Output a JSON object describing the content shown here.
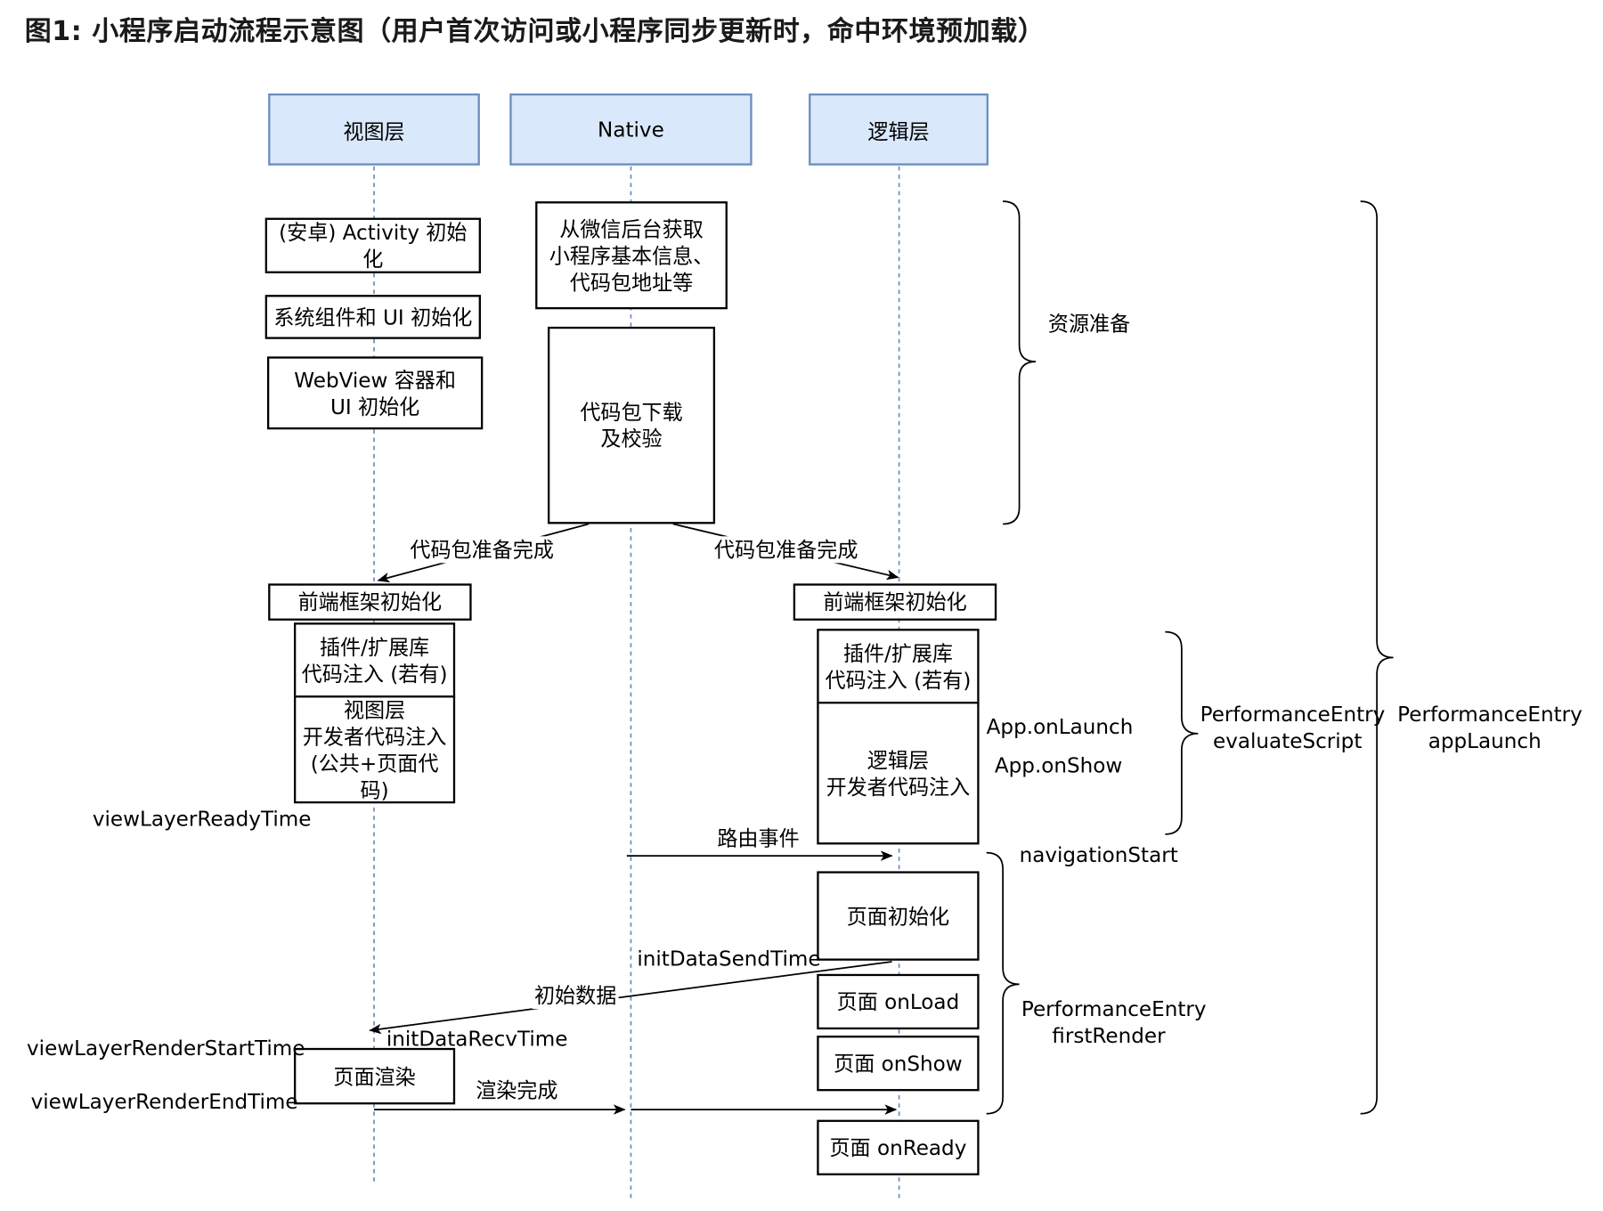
{
  "title": "图1: 小程序启动流程示意图（用户首次访问或小程序同步更新时，命中环境预加载）",
  "lanes": {
    "view": "视图层",
    "native": "Native",
    "logic": "逻辑层"
  },
  "view_boxes": {
    "activity_init": "(安卓) Activity 初始化",
    "sys_ui_init": "系统组件和 UI 初始化",
    "webview_init": "WebView 容器和\nUI 初始化",
    "framework_init": "前端框架初始化",
    "plugin_inject": "插件/扩展库\n代码注入 (若有)",
    "dev_inject": "视图层\n开发者代码注入\n(公共+页面代码)",
    "page_render": "页面渲染"
  },
  "native_boxes": {
    "fetch_info": "从微信后台获取\n小程序基本信息、\n代码包地址等",
    "download": "代码包下载\n及校验"
  },
  "logic_boxes": {
    "framework_init": "前端框架初始化",
    "plugin_inject": "插件/扩展库\n代码注入 (若有)",
    "dev_inject": "逻辑层\n开发者代码注入",
    "page_init": "页面初始化",
    "on_load": "页面 onLoad",
    "on_show": "页面 onShow",
    "on_ready": "页面 onReady"
  },
  "arrow_labels": {
    "pkg_ready_left": "代码包准备完成",
    "pkg_ready_right": "代码包准备完成",
    "route_event": "路由事件",
    "init_data": "初始数据",
    "render_done": "渲染完成"
  },
  "annotations": {
    "resource_prep": "资源准备",
    "evaluate_script": "PerformanceEntry\nevaluateScript",
    "app_launch": "PerformanceEntry\nappLaunch",
    "first_render": "PerformanceEntry\nfirstRender",
    "app_on_launch": "App.onLaunch",
    "app_on_show": "App.onShow",
    "navigation_start": "navigationStart",
    "view_layer_ready_time": "viewLayerReadyTime",
    "init_data_send_time": "initDataSendTime",
    "init_data_recv_time": "initDataRecvTime",
    "view_layer_render_start_time": "viewLayerRenderStartTime",
    "view_layer_render_end_time": "viewLayerRenderEndTime"
  },
  "colors": {
    "lane_fill": "#dae8fc",
    "lane_stroke": "#6c8ebf",
    "lifeline": "#6c8ebf",
    "box_stroke": "#000000"
  }
}
